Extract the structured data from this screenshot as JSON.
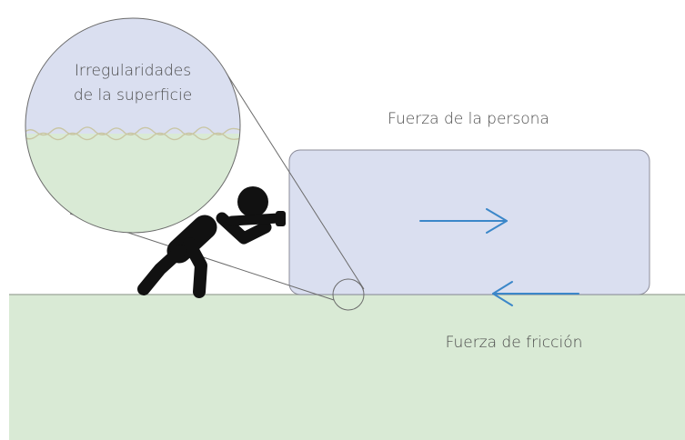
{
  "diagram": {
    "magnifier_label_line1": "Irregularidades",
    "magnifier_label_line2": "de la superficie",
    "person_force_label": "Fuerza de la persona",
    "friction_force_label": "Fuerza de fricción"
  },
  "colors": {
    "ground_fill": "#d9ead5",
    "ground_edge": "#9aa596",
    "box_fill": "#dadff0",
    "box_stroke": "#8c8c9a",
    "arrow": "#3b87c9",
    "person": "#111111",
    "outline": "#6b6b6b",
    "surface_wave": "#c9c6a4"
  }
}
